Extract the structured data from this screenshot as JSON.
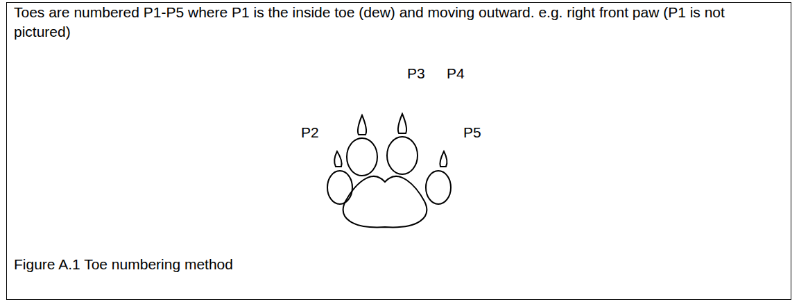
{
  "diagram": {
    "caption": "Figure A.1 Toe numbering method",
    "nodes": [
      {
        "text": [
          "Toes are numbered P1-P5 where P1 is the inside toe (dew) and moving outward. e.g. right front paw (P1 is not pictured)"
        ]
      }
    ],
    "labels": [
      "P3",
      "P4",
      "P2",
      "P5"
    ]
  }
}
